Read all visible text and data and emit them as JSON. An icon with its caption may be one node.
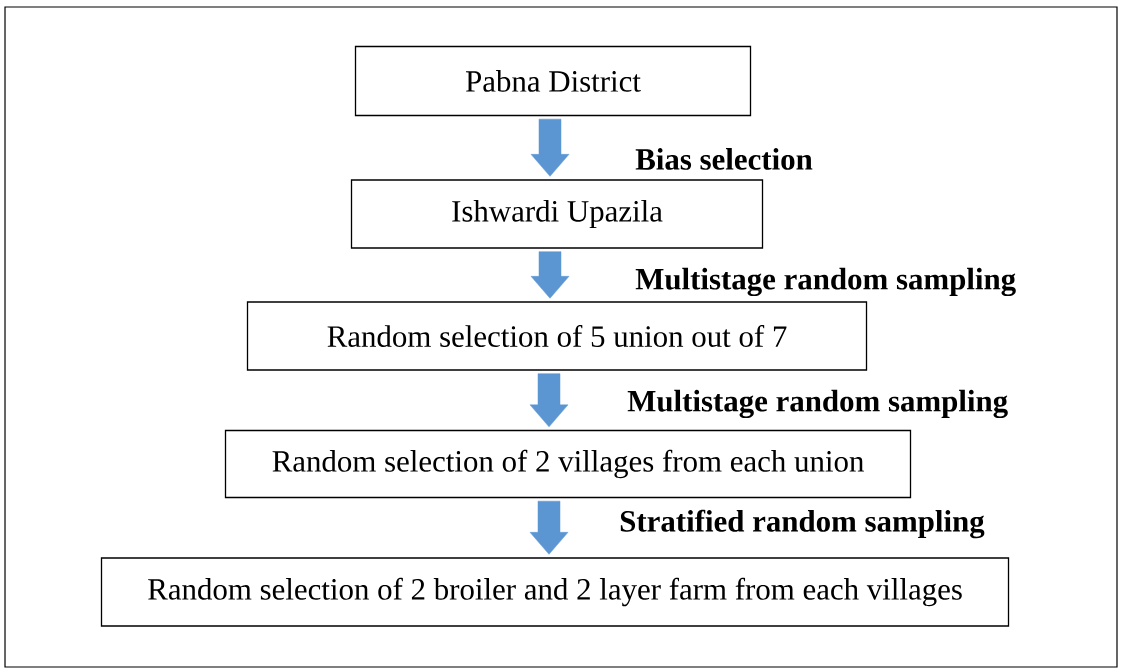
{
  "diagram": {
    "nodes": [
      {
        "text": [
          "Pabna District"
        ]
      },
      {
        "text": [
          "Ishwardi Upazila"
        ]
      },
      {
        "text": [
          "Random selection of 5 union out of 7"
        ]
      },
      {
        "text": [
          "Random selection of 2 villages from each union"
        ]
      },
      {
        "text": [
          "Random selection of 2 broiler and 2 layer farm from each villages"
        ]
      }
    ],
    "edges": [
      {
        "from": 0,
        "to": 1,
        "arrow": "to",
        "label": "Bias selection"
      },
      {
        "from": 1,
        "to": 2,
        "arrow": "to",
        "label": "Multistage random sampling"
      },
      {
        "from": 2,
        "to": 3,
        "arrow": "to",
        "label": "Multistage random sampling"
      },
      {
        "from": 3,
        "to": 4,
        "arrow": "to",
        "label": "Stratified random sampling"
      }
    ]
  }
}
